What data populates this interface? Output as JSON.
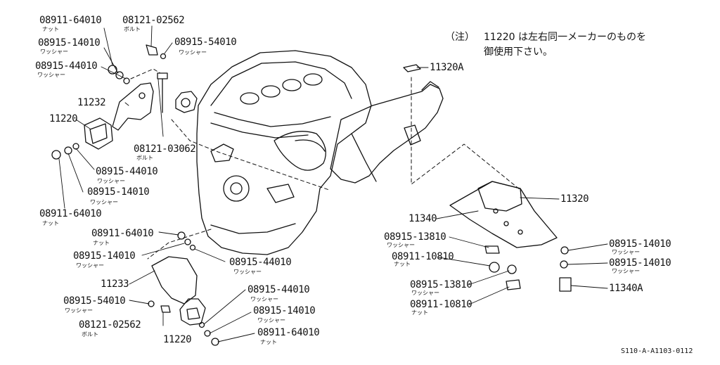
{
  "note": {
    "marker": "（注）",
    "line1": "11220 は左右同一メーカーのものを",
    "line2": "御使用下さい。"
  },
  "words": {
    "nut": "ナット",
    "bolt": "ボルト",
    "washer": "ワッシャー"
  },
  "parts": {
    "p08911_64010": "08911-64010",
    "p08121_02562": "08121-02562",
    "p08915_14010": "08915-14010",
    "p08915_54010": "08915-54010",
    "p08915_44010": "08915-44010",
    "p08121_03062": "08121-03062",
    "p08915_13810": "08915-13810",
    "p08911_10810": "08911-10810",
    "p11232": "11232",
    "p11220": "11220",
    "p11233": "11233",
    "p11320A": "11320A",
    "p11320": "11320",
    "p11340": "11340",
    "p11340A": "11340A"
  },
  "ref_code": "S110-A-A1103-0112"
}
